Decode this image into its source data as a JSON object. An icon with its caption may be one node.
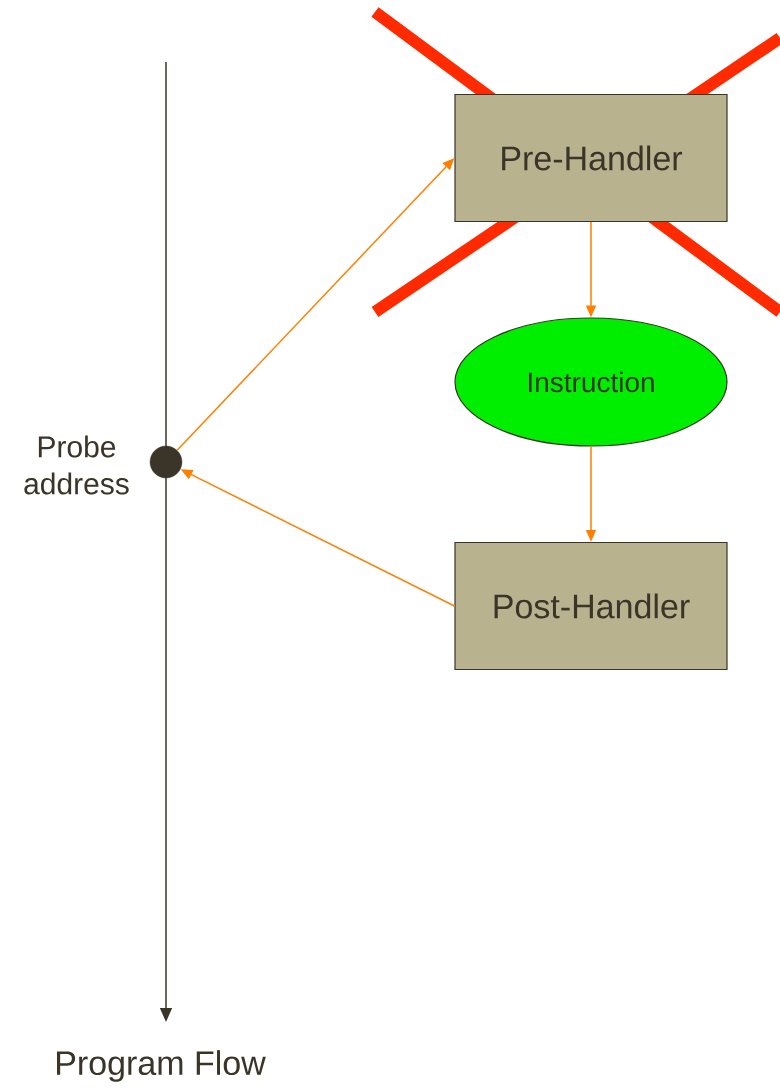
{
  "diagram": {
    "nodes": [
      {
        "text": [
          "Pre-Handler"
        ]
      },
      {
        "text": [
          "Instruction"
        ]
      },
      {
        "text": [
          "Post-Handler"
        ]
      },
      {
        "text": [],
        "shape": "circle",
        "beside": [
          "Probe address"
        ]
      }
    ],
    "edges": [
      {
        "from": 3,
        "to": 0,
        "arrow": "to"
      },
      {
        "from": 0,
        "to": 1,
        "arrow": "to"
      },
      {
        "from": 1,
        "to": 2,
        "arrow": "to"
      },
      {
        "from": 2,
        "to": 3,
        "arrow": "to"
      }
    ],
    "labels": [
      "Program Flow"
    ]
  }
}
